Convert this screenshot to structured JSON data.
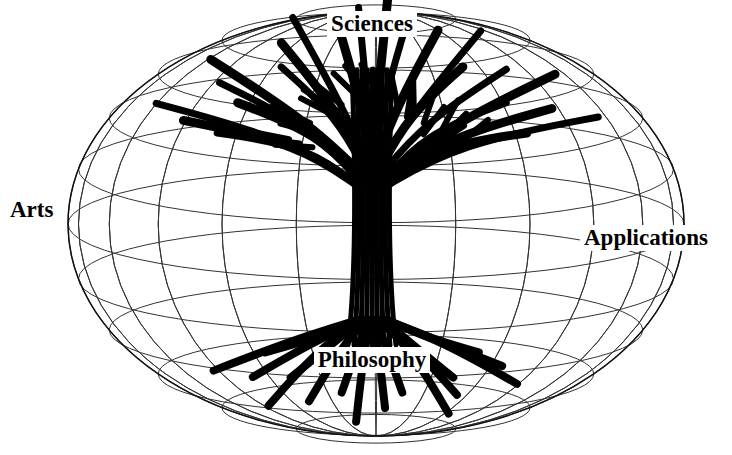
{
  "diagram": {
    "labels": [
      "Sciences",
      "Arts",
      "Applications",
      "Philosophy"
    ]
  }
}
